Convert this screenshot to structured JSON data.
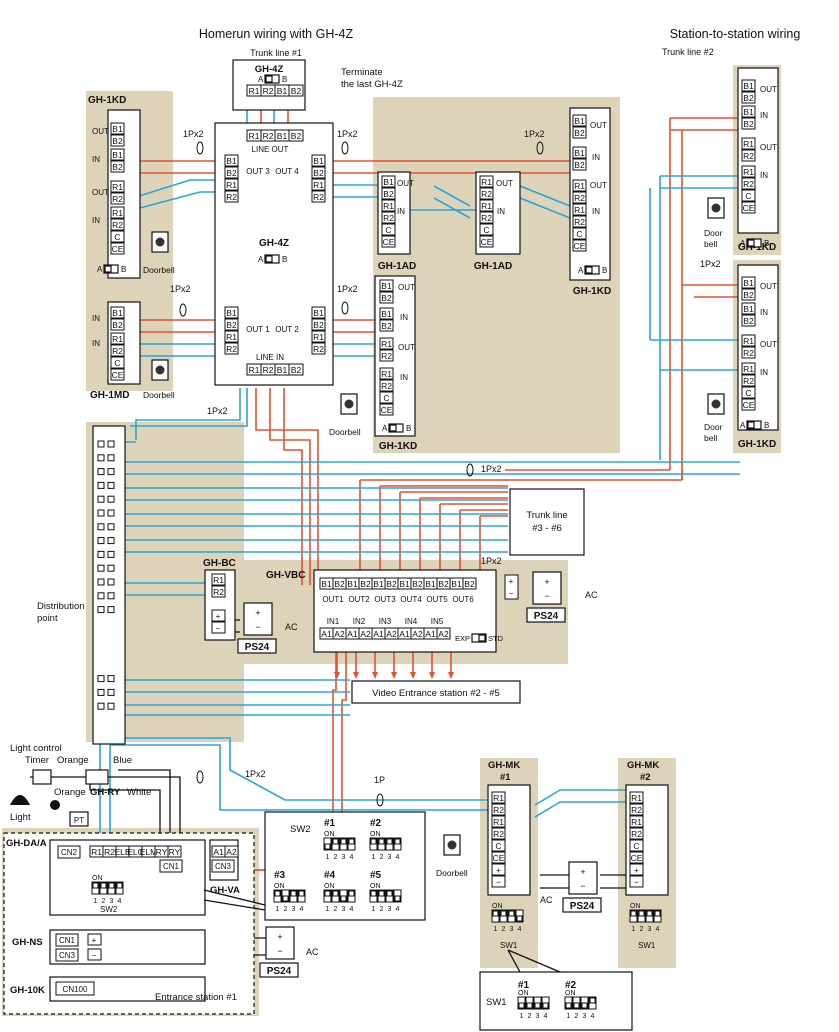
{
  "headings": {
    "homerun": "Homerun wiring with GH-4Z",
    "station_to_station": "Station-to-station wiring",
    "trunk1": "Trunk line #1",
    "trunk2": "Trunk line #2",
    "terminate": [
      "Terminate",
      "the last GH-4Z"
    ],
    "trunk_3_6": [
      "Trunk line",
      "#3 - #6"
    ],
    "video_entrance": "Video Entrance station #2 - #5",
    "distribution": [
      "Distribution",
      "point"
    ],
    "entrance1": "Entrance station #1",
    "light_control": "Light control",
    "timer": "Timer",
    "orange": "Orange",
    "blue": "Blue",
    "white": "White",
    "light": "Light",
    "pt": "PT"
  },
  "units": {
    "gh4z_top": "GH-4Z",
    "gh4z_main": "GH-4Z",
    "gh1kd_tl": "GH-1KD",
    "gh1md": "GH-1MD",
    "gh1ad_1": "GH-1AD",
    "gh1ad_2": "GH-1AD",
    "gh1kd_mid": "GH-1KD",
    "gh1kd_center": "GH-1KD",
    "gh1kd_r1": "GH-1KD",
    "gh1kd_r2": "GH-1KD",
    "ghbc": "GH-BC",
    "ghvbc": "GH-VBC",
    "ghda": "GH-DA/A",
    "ghva": "GH-VA",
    "ghns": "GH-NS",
    "gh10k": "GH-10K",
    "ghry": "GH-RY",
    "ghmk1": [
      "GH-MK",
      "#1"
    ],
    "ghmk2": [
      "GH-MK",
      "#2"
    ],
    "ps24": "PS24"
  },
  "labels": {
    "r1": "R1",
    "r2": "R2",
    "b1": "B1",
    "b2": "B2",
    "c": "C",
    "ce": "CE",
    "out": "OUT",
    "in": "IN",
    "out1": "OUT 1",
    "out2": "OUT 2",
    "out3": "OUT 3",
    "out4": "OUT 4",
    "line_out": "LINE OUT",
    "line_in": "LINE IN",
    "vbc_outs": [
      "OUT1",
      "OUT2",
      "OUT3",
      "OUT4",
      "OUT5",
      "OUT6"
    ],
    "vbc_ins": [
      "IN1",
      "IN2",
      "IN3",
      "IN4",
      "IN5"
    ],
    "a1": "A1",
    "a2": "A2",
    "a": "A",
    "b": "B",
    "exp": "EXP",
    "std": "STD",
    "doorbell": "Doorbell",
    "door_bell": [
      "Door",
      "bell"
    ],
    "onepx2": "1Px2",
    "onep": "1P",
    "ac": "AC",
    "cn1": "CN1",
    "cn2": "CN2",
    "cn3": "CN3",
    "cn100": "CN100",
    "elb": "ELB",
    "elc": "ELC",
    "elm": "ELM",
    "ry": "RY",
    "sw1": "SW1",
    "sw2": "SW2",
    "on": "ON",
    "dip_nums": [
      "1",
      "2",
      "3",
      "4"
    ],
    "sw_ids": [
      "#1",
      "#2",
      "#3",
      "#4",
      "#5"
    ],
    "plus": "+",
    "minus": "−"
  },
  "colors": {
    "red_wire": "#e8502d",
    "blue_wire": "#2aa5d8",
    "zone_fill": "#ddd3b9",
    "black": "#111111"
  },
  "icons": [
    "doorbell-icon",
    "light-bulb-icon",
    "timer-icon",
    "dip-switch-icon",
    "slide-switch-icon",
    "twisted-pair-icon"
  ]
}
